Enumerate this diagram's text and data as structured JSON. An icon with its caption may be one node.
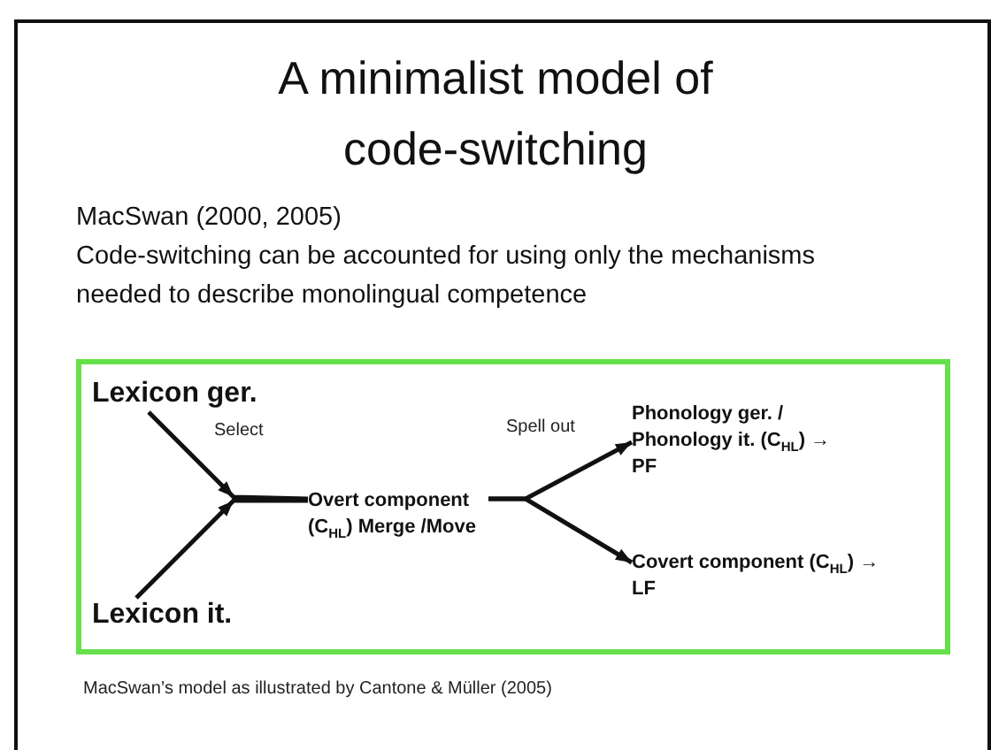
{
  "diagram": {
    "title": "A minimalist model of code-switching",
    "caption": "MacSwan’s model as illustrated by Cantone & Müller (2005)",
    "nodes": [
      {
        "text": [
          "Lexicon ger."
        ]
      },
      {
        "text": [
          "Lexicon it."
        ]
      },
      {
        "text": [
          "Overt component (C$_{HL}$) Merge /Move"
        ]
      },
      {
        "text": [
          "Phonology ger. / Phonology it. (C$_{HL}$) → PF"
        ]
      },
      {
        "text": [
          "Covert component (C$_{HL}$) → LF"
        ]
      }
    ],
    "edges": [
      {
        "from": 0,
        "to": 2,
        "arrow": "to",
        "label": "Select"
      },
      {
        "from": 1,
        "to": 2,
        "arrow": "to"
      },
      {
        "from": 2,
        "to": 3,
        "arrow": "to",
        "label": "Spell out"
      },
      {
        "from": 2,
        "to": 4,
        "arrow": "to"
      }
    ],
    "labels": [
      "MacSwan (2000, 2005)",
      "Code-switching can be accounted for using only the mechanisms needed to describe monolingual competence"
    ]
  }
}
